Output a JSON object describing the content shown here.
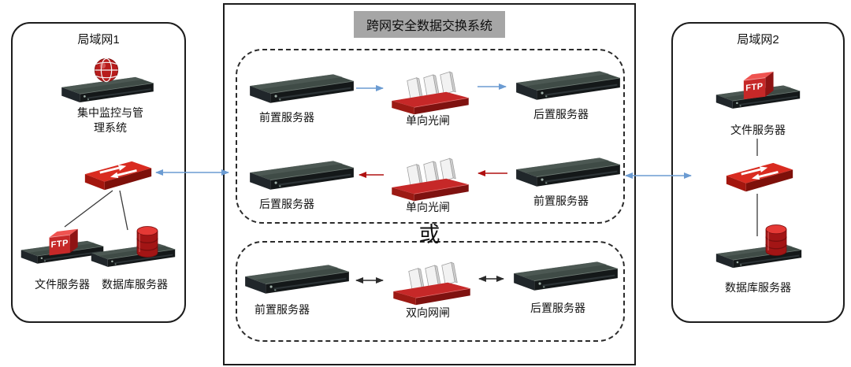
{
  "title": "跨网安全数据交换系统",
  "or_label": "或",
  "ftp_label": "FTP",
  "lan1": {
    "title": "局域网1",
    "monitor": "集中监控与管理系统",
    "file_server": "文件服务器",
    "db_server": "数据库服务器"
  },
  "lan2": {
    "title": "局域网2",
    "file_server": "文件服务器",
    "db_server": "数据库服务器"
  },
  "exchange": {
    "row1": {
      "front": "前置服务器",
      "gate": "单向光闸",
      "rear": "后置服务器"
    },
    "row2": {
      "rear": "后置服务器",
      "gate": "单向光闸",
      "front": "前置服务器"
    },
    "row3": {
      "front": "前置服务器",
      "gate": "双向网闸",
      "rear": "后置服务器"
    }
  },
  "colors": {
    "arrow_blue": "#6b9bd2",
    "arrow_red": "#b01010",
    "arrow_black": "#2b2b2b",
    "accent_red": "#c62828",
    "title_bg": "#a6a6a6"
  }
}
